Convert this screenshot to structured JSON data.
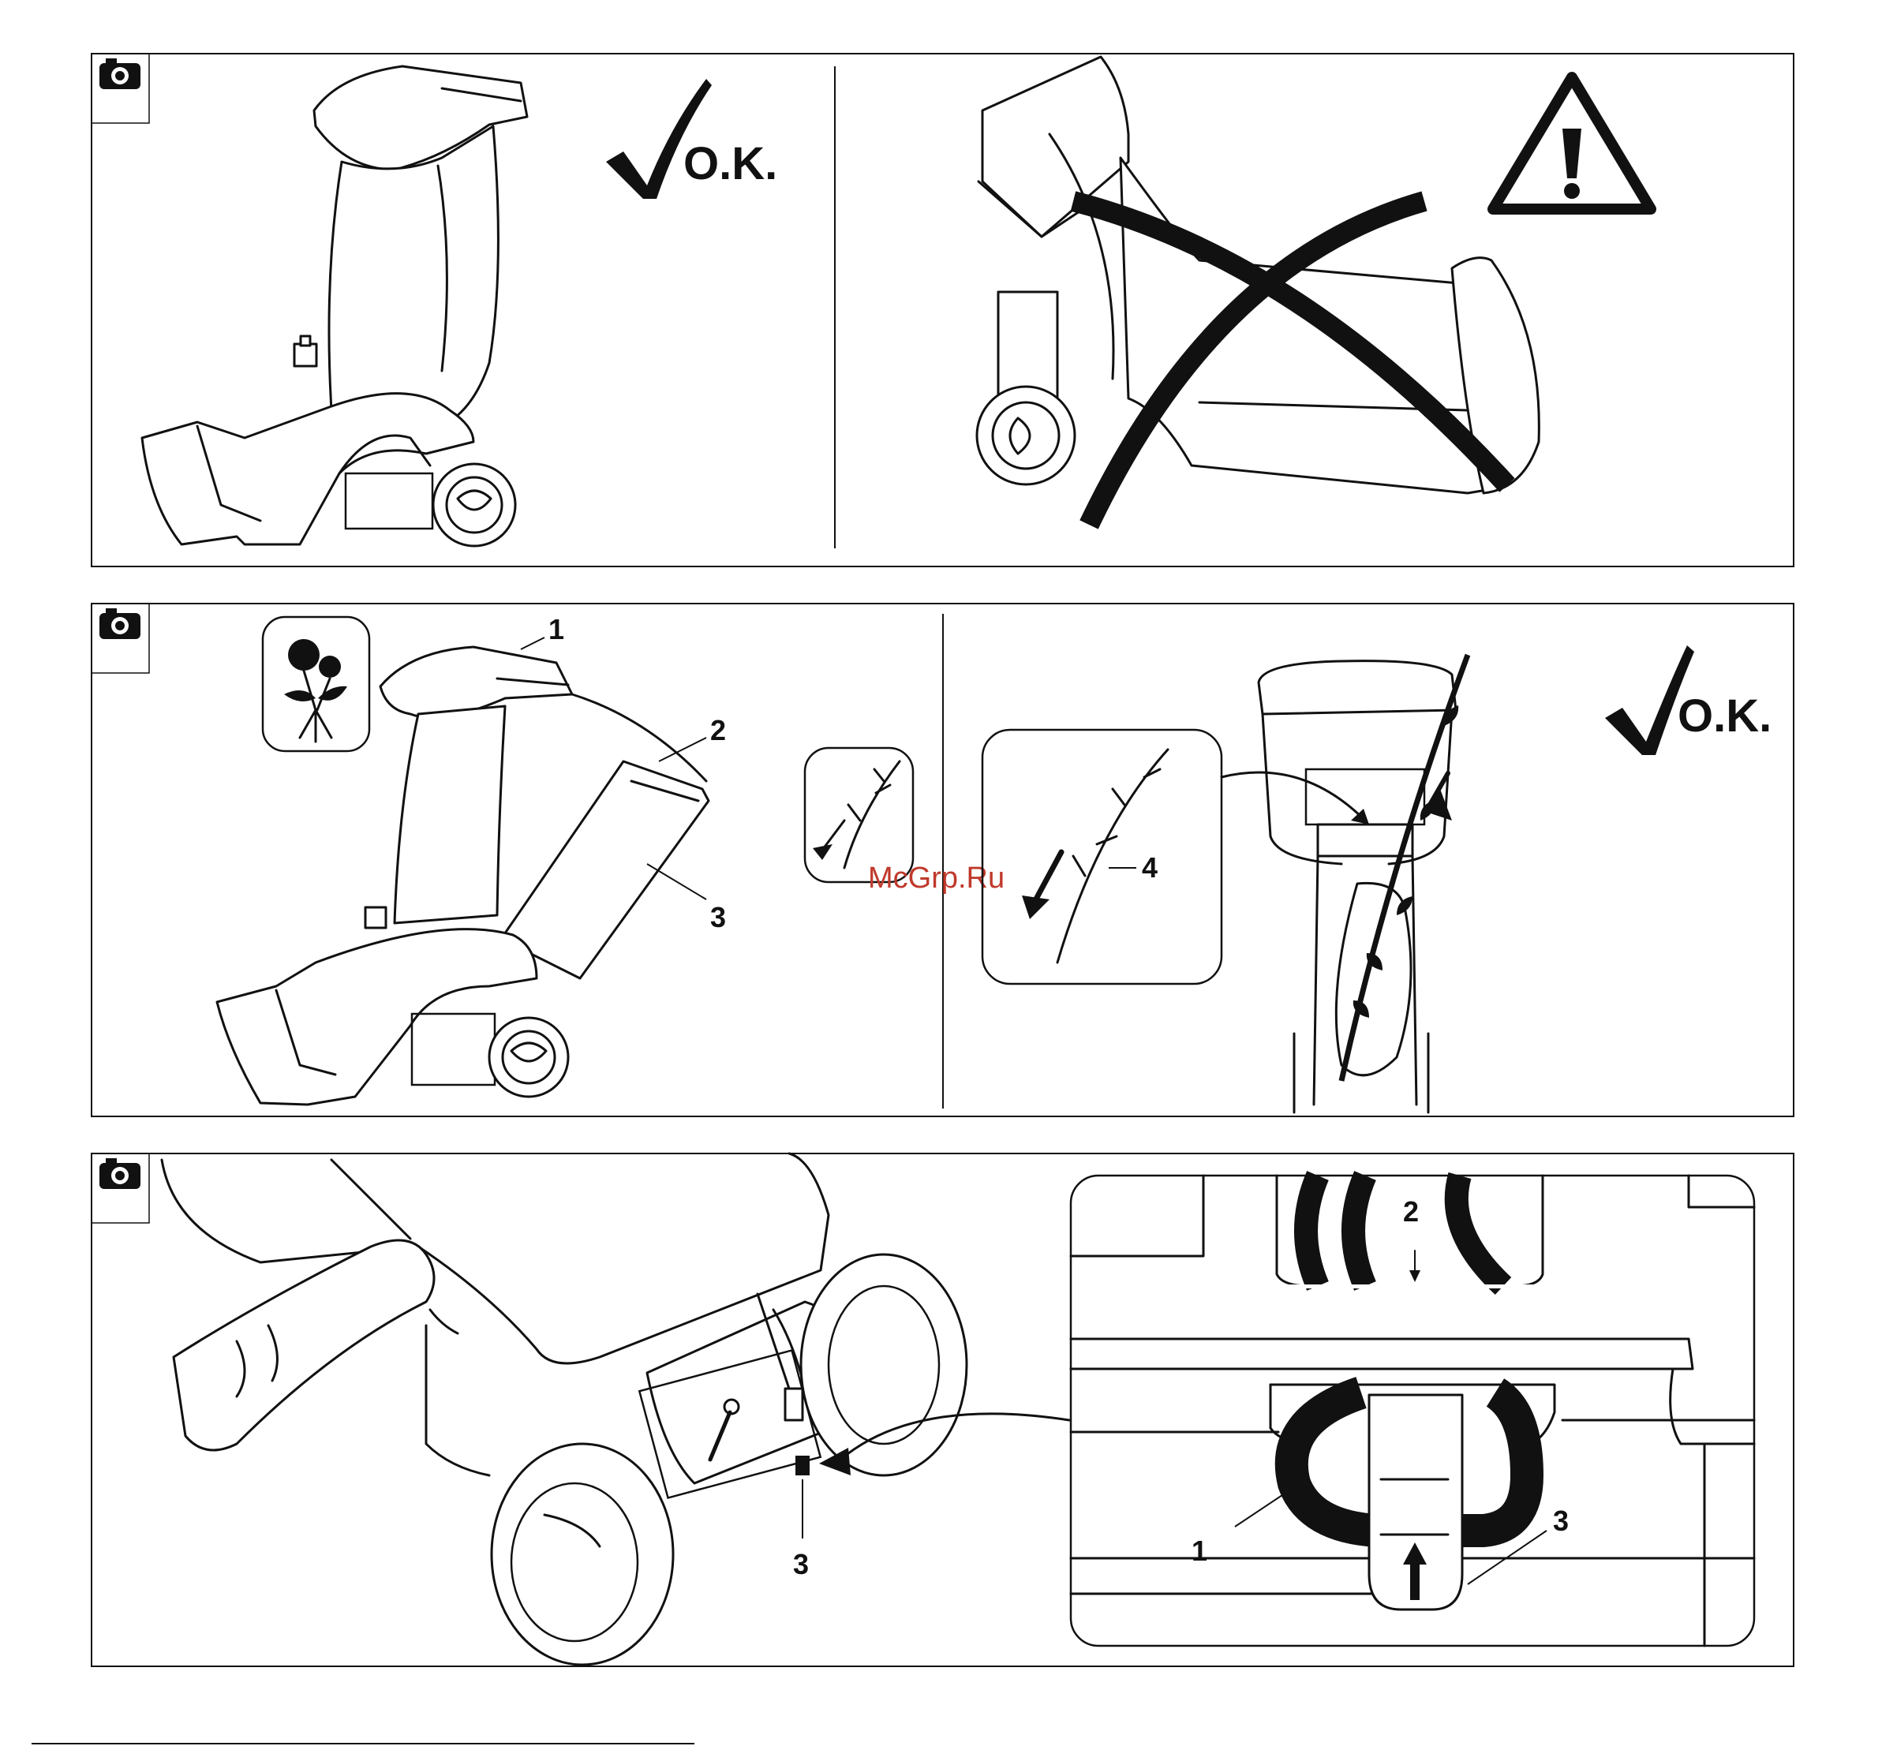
{
  "panels": [
    {
      "id": "panel-1",
      "left": {
        "ok_text": "O.K."
      },
      "right": {
        "warning": "warning-triangle-icon"
      }
    },
    {
      "id": "panel-2",
      "left": {
        "labels": [
          "1",
          "2",
          "3"
        ]
      },
      "right": {
        "callout_label": "4",
        "ok_text": "O.K."
      }
    },
    {
      "id": "panel-3",
      "left": {
        "label": "3"
      },
      "right": {
        "labels": [
          "2",
          "1",
          "3"
        ]
      }
    }
  ],
  "watermark": "McGrp.Ru",
  "icons": [
    "camera-icon",
    "flower-icon",
    "branch-icon",
    "wrench-icon",
    "checkmark-icon",
    "warning-triangle-icon"
  ]
}
